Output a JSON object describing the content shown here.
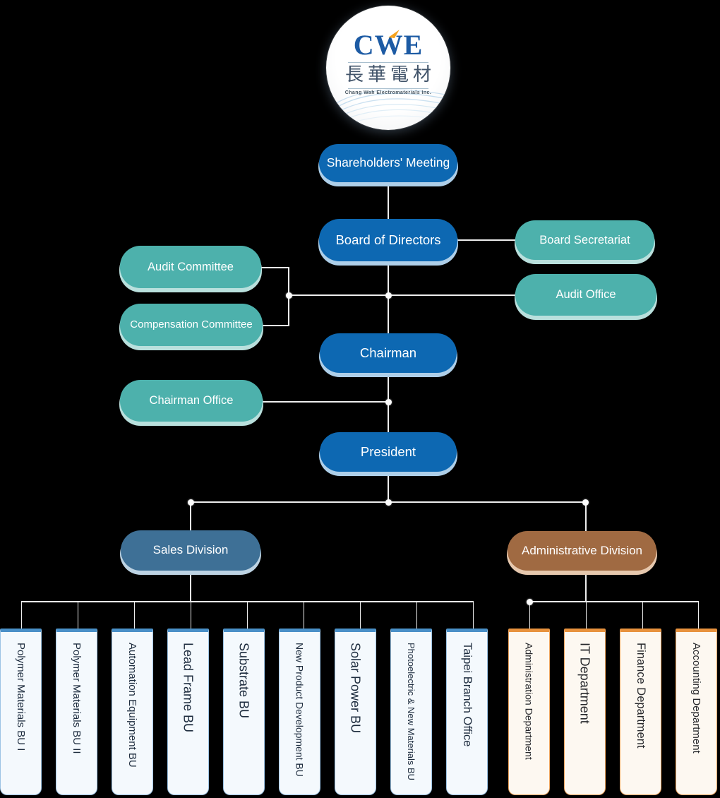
{
  "logo": {
    "acronym": "CWE",
    "company_cjk": "長華電材",
    "company_caption": "Chang Wah Electromaterials Inc."
  },
  "nodes": {
    "shareholders_meeting": "Shareholders' Meeting",
    "board_of_directors": "Board of Directors",
    "board_secretariat": "Board Secretariat",
    "audit_committee": "Audit Committee",
    "compensation_committee": "Compensation Committee",
    "audit_office": "Audit Office",
    "chairman": "Chairman",
    "chairman_office": "Chairman Office",
    "president": "President",
    "sales_division": "Sales Division",
    "administrative_division": "Administrative Division"
  },
  "sales_business_units": [
    "Polymer Materials BU I",
    "Polymer Materials BU II",
    "Automation Equipment BU",
    "Lead Frame BU",
    "Substrate BU",
    "New Product Development BU",
    "Solar Power BU",
    "Photoelectric & New Materials BU",
    "Taipei Branch Office"
  ],
  "administrative_departments": [
    "Administration Department",
    "IT Department",
    "Finance Department",
    "Accounting Department"
  ],
  "colors": {
    "primary_blue": "#0d68b2",
    "teal": "#4db1ac",
    "steel_blue": "#3e7096",
    "brown": "#a06a42",
    "sales_box_accent": "#4a90c8",
    "admin_box_accent": "#e8923e",
    "connector": "#ededed",
    "logo_blue": "#1d5ba4",
    "logo_orange": "#f6a21d"
  }
}
